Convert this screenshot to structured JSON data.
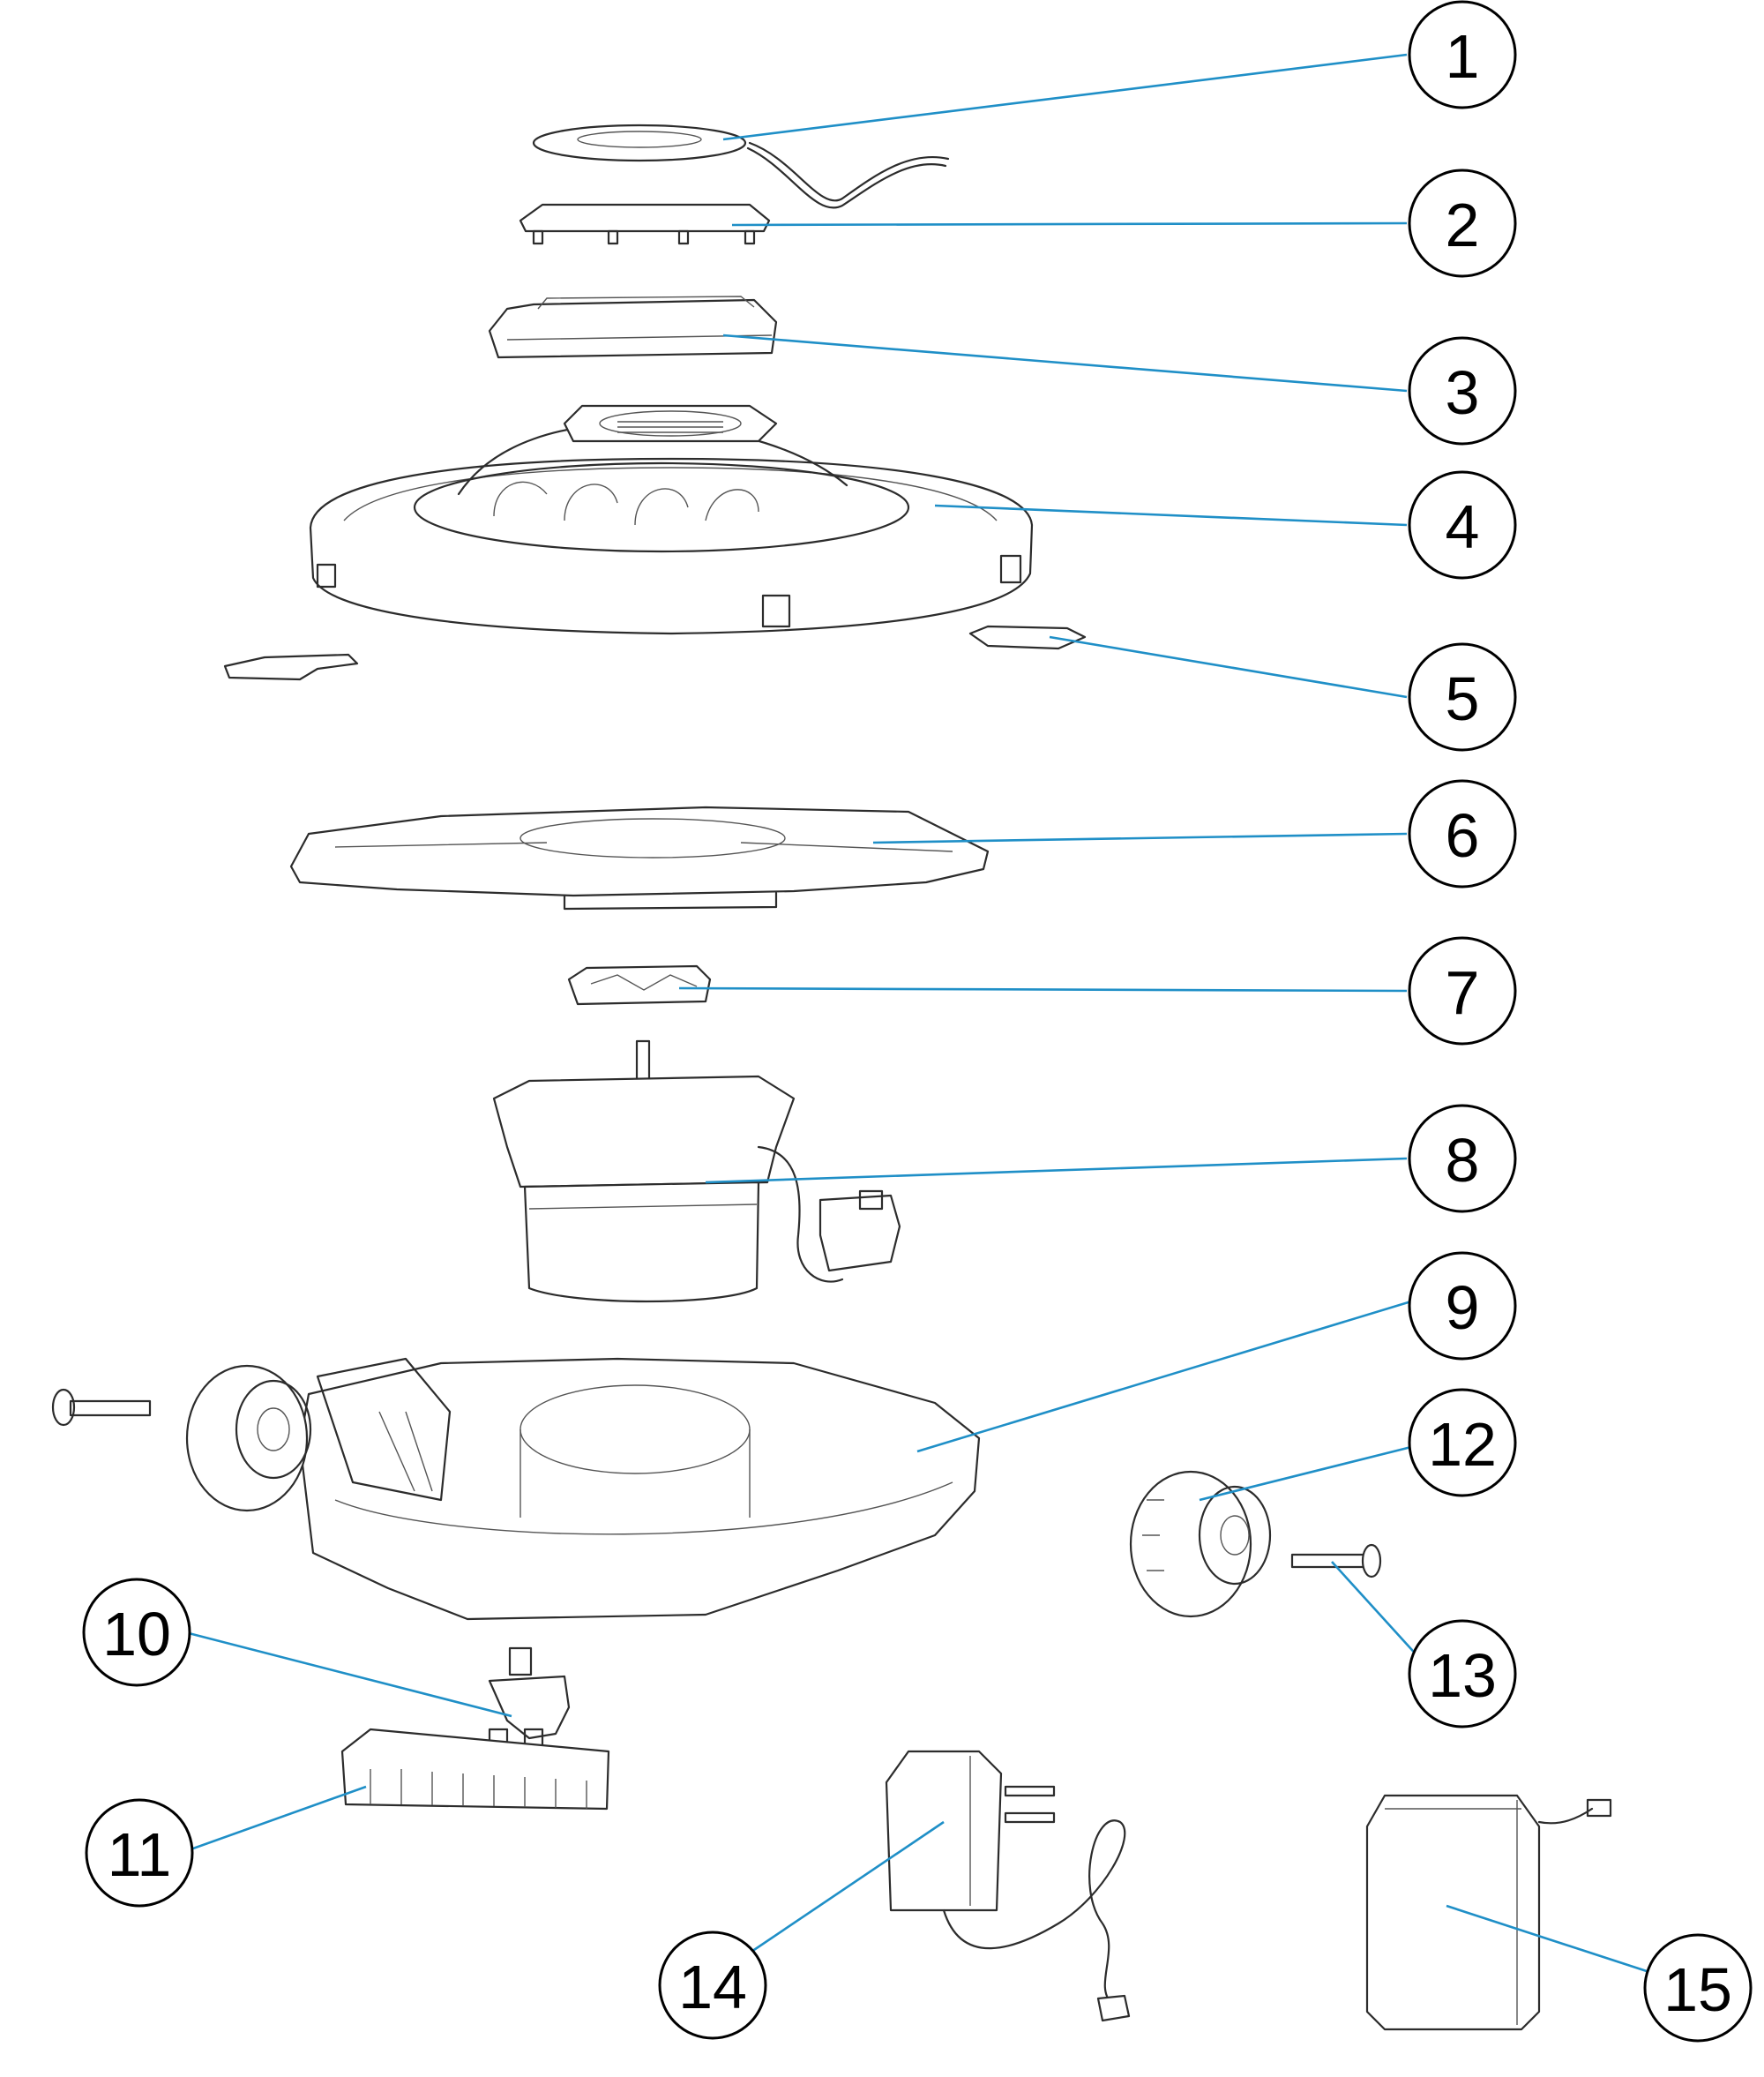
{
  "diagram": {
    "colors": {
      "leader_line": "#1f8fc7",
      "outline": "#2c2c2c",
      "background": "#ffffff"
    },
    "callouts": [
      {
        "label": "1"
      },
      {
        "label": "2"
      },
      {
        "label": "3"
      },
      {
        "label": "4"
      },
      {
        "label": "5"
      },
      {
        "label": "6"
      },
      {
        "label": "7"
      },
      {
        "label": "8"
      },
      {
        "label": "9"
      },
      {
        "label": "12"
      },
      {
        "label": "13"
      },
      {
        "label": "10"
      },
      {
        "label": "11"
      },
      {
        "label": "14"
      },
      {
        "label": "15"
      }
    ]
  }
}
